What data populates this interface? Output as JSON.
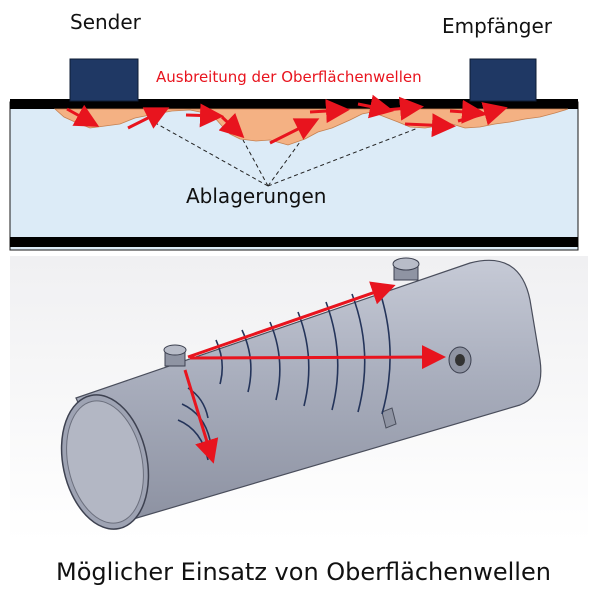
{
  "labels": {
    "sender": "Sender",
    "receiver": "Empfänger",
    "wave_propagation": "Ausbreitung der Oberflächenwellen",
    "deposits": "Ablagerungen",
    "caption": "Möglicher Einsatz von Oberflächenwellen"
  },
  "colors": {
    "transducer": "#1f3864",
    "wall_top": "#000000",
    "medium": "#dcebf7",
    "deposit": "#f4b183",
    "arrow": "#e8141e",
    "pipe": "#a3a8b8",
    "wave_arcs": "#24345a"
  },
  "icons": [
    "transducer-block",
    "deposit-layer",
    "wave-arrow",
    "pressure-vessel",
    "nozzle"
  ]
}
